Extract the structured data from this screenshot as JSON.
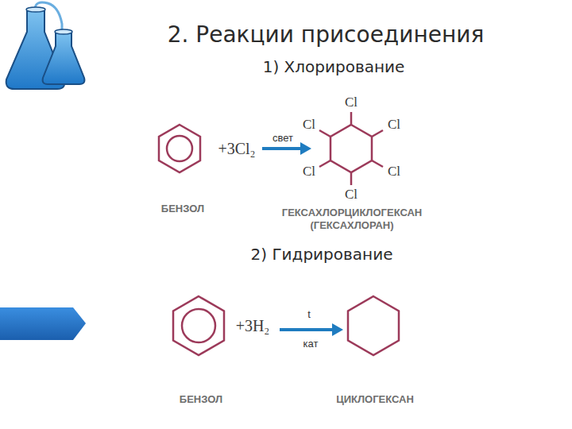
{
  "diagram": {
    "title": "2. Реакции присоединения",
    "labels": [
      "1) Хлорирование",
      "+3Cl₂",
      "свет",
      "Cl",
      "Cl",
      "Cl",
      "Cl",
      "Cl",
      "Cl",
      "БЕНЗОЛ",
      "ГЕКСАХЛОРЦИКЛОГЕКСАН",
      "(ГЕКСАХЛОРАН)",
      "2) Гидрирование",
      "+3H₂",
      "t",
      "кат",
      "БЕНЗОЛ",
      "ЦИКЛОГЕКСАН"
    ]
  }
}
